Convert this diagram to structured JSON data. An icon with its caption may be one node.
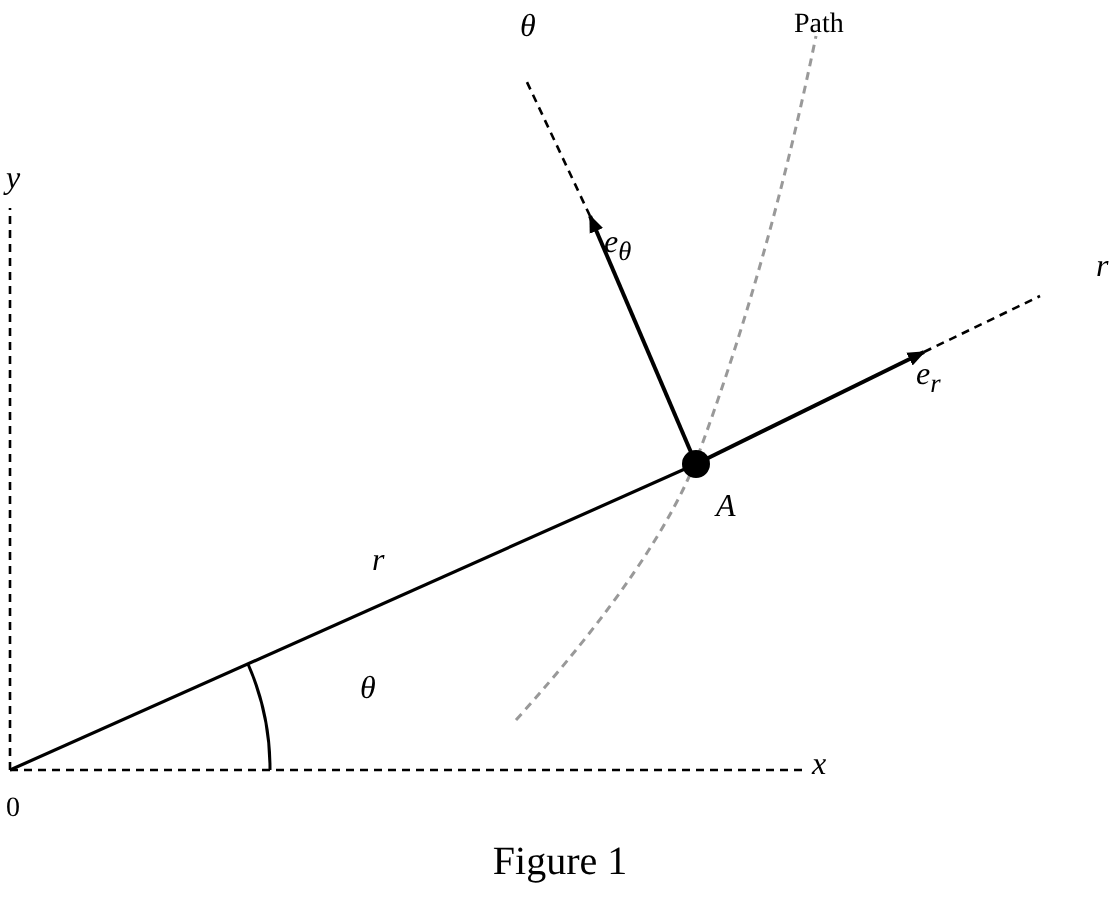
{
  "diagram": {
    "caption": "Figure 1",
    "labels": [
      "θ",
      "Path",
      "y",
      "e$_{θ}$",
      "r",
      "e$_{r}$",
      "A",
      "r",
      "θ",
      "x",
      "0"
    ]
  }
}
